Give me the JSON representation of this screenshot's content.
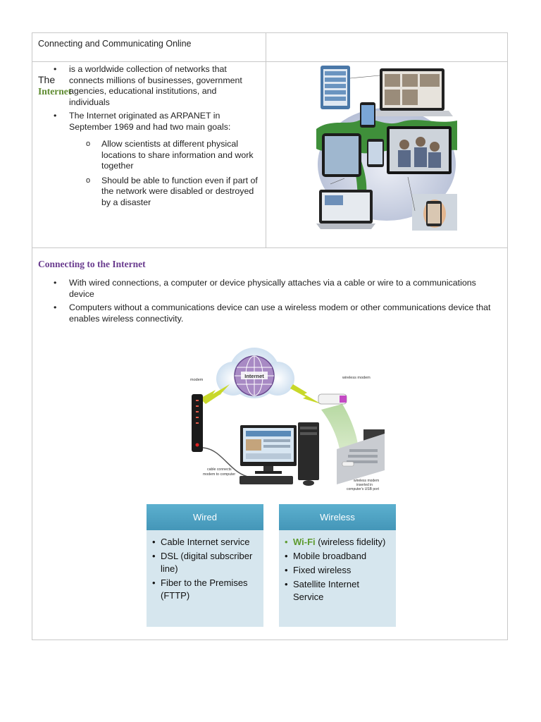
{
  "header": {
    "title": "Connecting and Communicating Online"
  },
  "section1": {
    "heading_prefix": "The ",
    "heading_accent": "Internet",
    "bullets": [
      "is a worldwide collection of networks that connects millions of businesses, government agencies, educational institutions, and individuals",
      "The Internet originated as ARPANET in September 1969 and had two main goals:"
    ],
    "sub_bullets": [
      "Allow scientists at different physical locations to share information and work together",
      "Should be able to function even if part of the network were disabled or destroyed by a disaster"
    ]
  },
  "section2": {
    "heading": "Connecting to the Internet",
    "bullets": [
      "With wired connections, a computer or device physically attaches via a cable or wire to a communications device",
      "Computers without a communications device can use a wireless modem or other communications device that enables wireless connectivity."
    ]
  },
  "diagram": {
    "globe_label": "Internet",
    "modem_label": "modem",
    "wireless_modem_label": "wireless modem",
    "cable_label_1": "cable connects",
    "cable_label_2": "modem to computer",
    "usb_label_1": "wireless modem",
    "usb_label_2": "inserted in",
    "usb_label_3": "computer's USB port"
  },
  "wired_box": {
    "title": "Wired",
    "items": [
      "Cable Internet service",
      "DSL (digital subscriber line)",
      "Fiber to the Premises (FTTP)"
    ]
  },
  "wireless_box": {
    "title": "Wireless",
    "highlight": "Wi-Fi",
    "first_item_rest": " (wireless fidelity)",
    "items": [
      "Mobile broadband",
      "Fixed wireless",
      "Satellite Internet Service"
    ]
  },
  "colors": {
    "internet_accent": "#5d8a2e",
    "section_heading": "#6a3c8f",
    "box_header": "#4ea4c4",
    "box_body": "#d6e6ee",
    "wifi_green": "#5d9a2e"
  }
}
